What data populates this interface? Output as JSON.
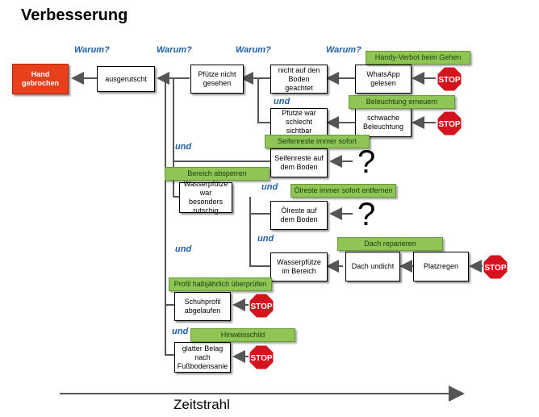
{
  "title": "Verbesserung",
  "why": [
    "Warum?",
    "Warum?",
    "Warum?",
    "Warum?"
  ],
  "und": [
    "und",
    "und",
    "und",
    "und",
    "und",
    "und"
  ],
  "boxes": {
    "hand": "Hand gebrochen",
    "ausgerutscht": "ausgerutscht",
    "pfuetze": "Pfütze nicht gesehen",
    "nicht_boden": "nicht auf den Boden geachtet",
    "whatsapp": "WhatsApp gelesen",
    "schlecht_sichtbar": "Pfütze war schlecht sichtbar",
    "beleuchtung": "schwache Beleuchtung",
    "seifenreste": "Seifenreste auf dem Boden",
    "wasser_rutschig": "Wasserpfütze war besonders rutschig",
    "oelreste": "Ölreste auf dem Boden",
    "wasser_bereich": "Wasserpfütze im Bereich",
    "dach_undicht": "Dach undicht",
    "platzregen": "Platzregen",
    "schuhprofil": "Schuhprofil abgelaufen",
    "belag": "glatter Belag nach Fußbodensanie"
  },
  "measures": {
    "handy": "Handy-Verbot beim Gehen",
    "licht": "Beleuchtung erneuern",
    "seife": "Seifenreste immer sofort",
    "bereich": "Bereich absperren",
    "oel": "Ölreste immer sofort entfernen",
    "dach": "Dach reparieren",
    "profil": "Profil halbjährlich überprüfen",
    "schild": "Hinweisschild"
  },
  "stop_label": "STOP",
  "question": "?",
  "timeline": "Zeitstrahl",
  "colors": {
    "red": "#e8401c",
    "green": "#8fc554",
    "stop": "#d3141e",
    "blue": "#1f5fa8",
    "line": "#555555"
  }
}
